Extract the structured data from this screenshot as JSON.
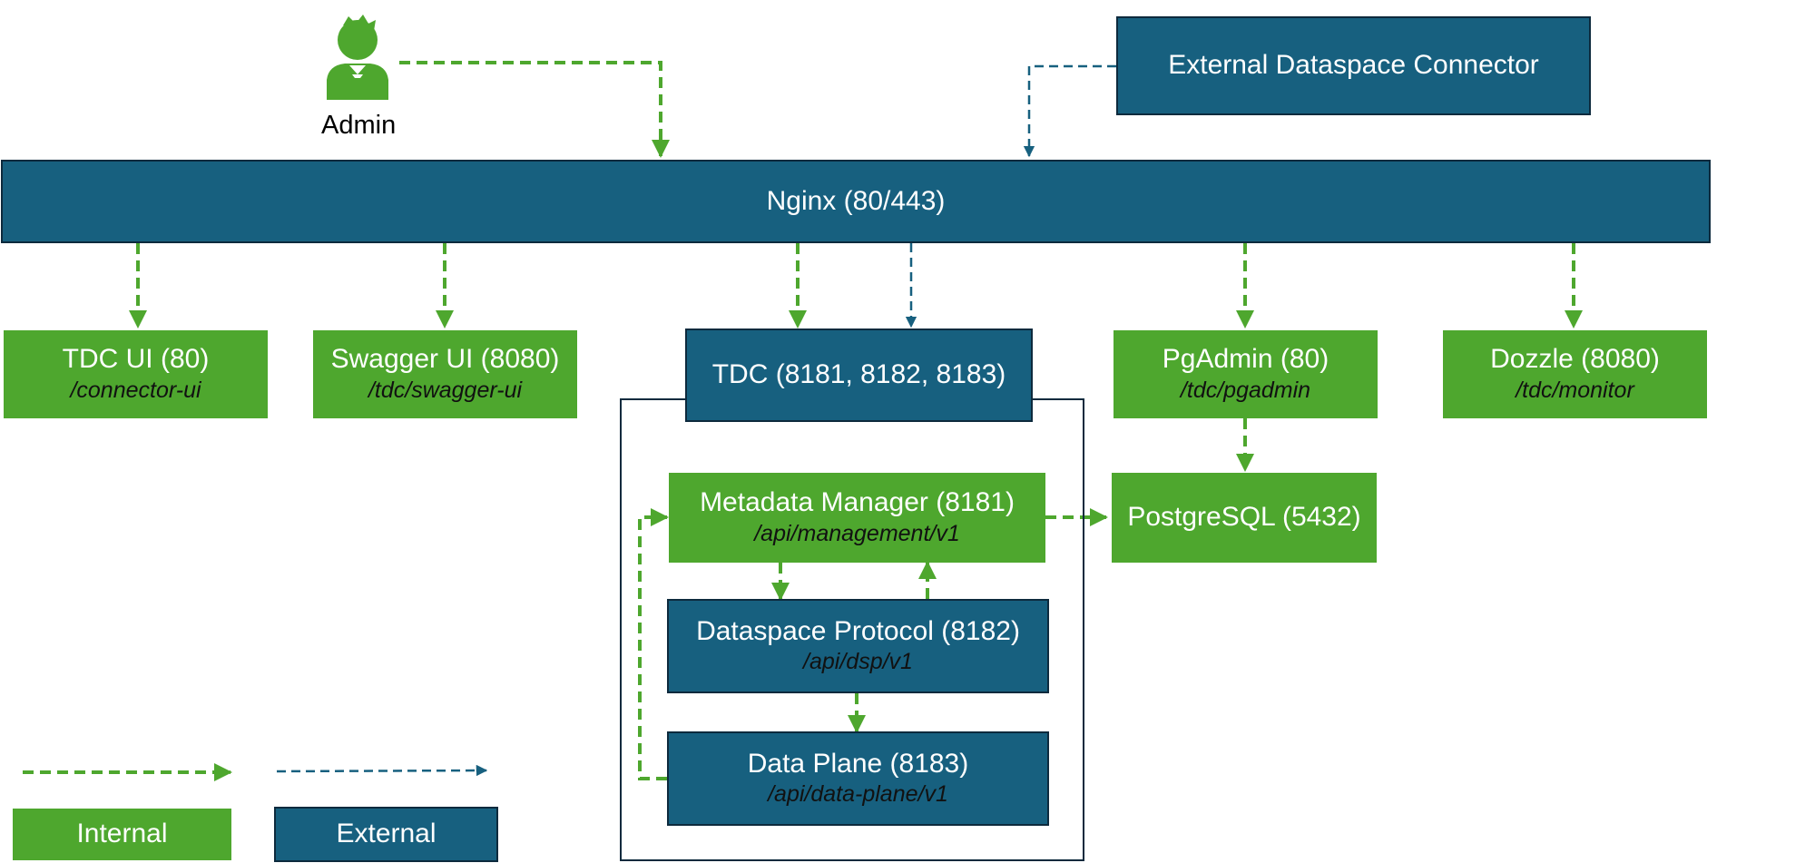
{
  "admin": {
    "label": "Admin",
    "icon": "admin-user-icon"
  },
  "external_connector": {
    "title": "External Dataspace Connector"
  },
  "nginx": {
    "title": "Nginx (80/443)"
  },
  "services": {
    "tdc_ui": {
      "title": "TDC UI (80)",
      "path": "/connector-ui"
    },
    "swagger": {
      "title": "Swagger UI (8080)",
      "path": "/tdc/swagger-ui"
    },
    "tdc": {
      "title": "TDC (8181, 8182, 8183)"
    },
    "pgadmin": {
      "title": "PgAdmin (80)",
      "path": "/tdc/pgadmin"
    },
    "dozzle": {
      "title": "Dozzle (8080)",
      "path": "/tdc/monitor"
    }
  },
  "tdc_components": {
    "metadata_manager": {
      "title": "Metadata Manager (8181)",
      "path": "/api/management/v1"
    },
    "dataspace_protocol": {
      "title": "Dataspace Protocol (8182)",
      "path": "/api/dsp/v1"
    },
    "data_plane": {
      "title": "Data Plane (8183)",
      "path": "/api/data-plane/v1"
    }
  },
  "postgres": {
    "title": "PostgreSQL (5432)"
  },
  "legend": {
    "internal": "Internal",
    "external": "External"
  },
  "colors": {
    "internal": "#4ea72e",
    "external": "#17607f",
    "border": "#0d2a3d"
  }
}
